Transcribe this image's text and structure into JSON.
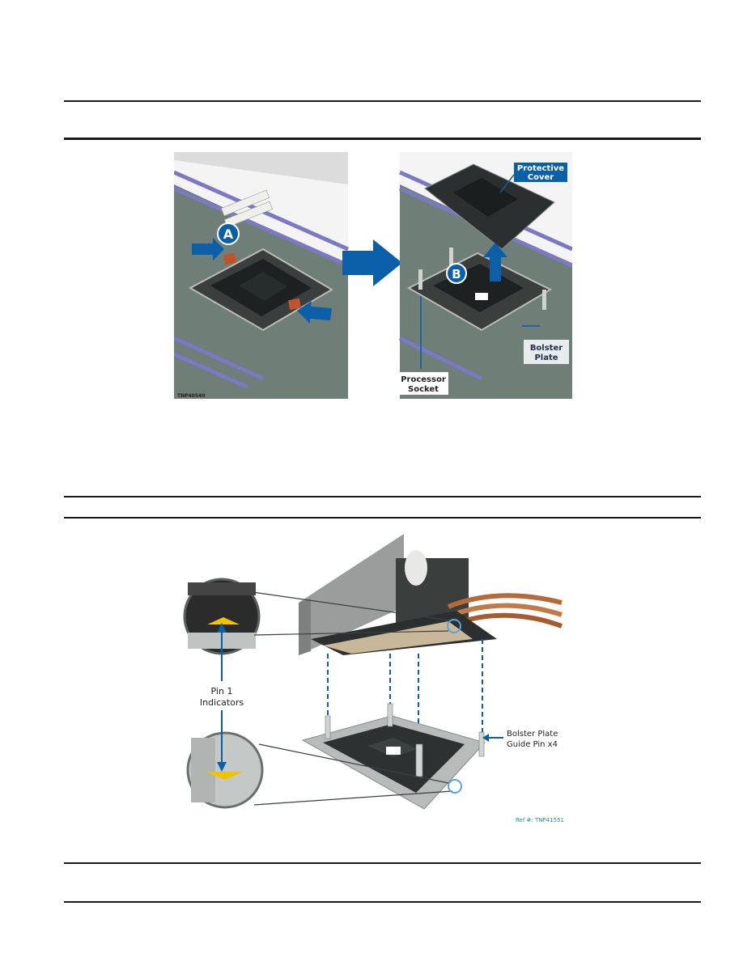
{
  "figure1": {
    "left_panel": {
      "callout": "A",
      "ref": "TNP40540"
    },
    "right_panel": {
      "callout": "B",
      "protective_cover": [
        "Protective",
        "Cover"
      ],
      "bolster_plate": [
        "Bolster",
        "Plate"
      ],
      "processor_socket": [
        "Processor",
        "Socket"
      ]
    }
  },
  "figure2": {
    "pin1": [
      "Pin 1",
      "Indicators"
    ],
    "guide_pin": [
      "Bolster Plate",
      "Guide Pin x4"
    ],
    "ref": "Ref #: TNP41551"
  },
  "colors": {
    "callout_blue": "#0b5ea8",
    "dimm_purple": "#7b78c4",
    "pin1_yellow": "#f2c300",
    "ref_teal": "#1a8fa0"
  }
}
